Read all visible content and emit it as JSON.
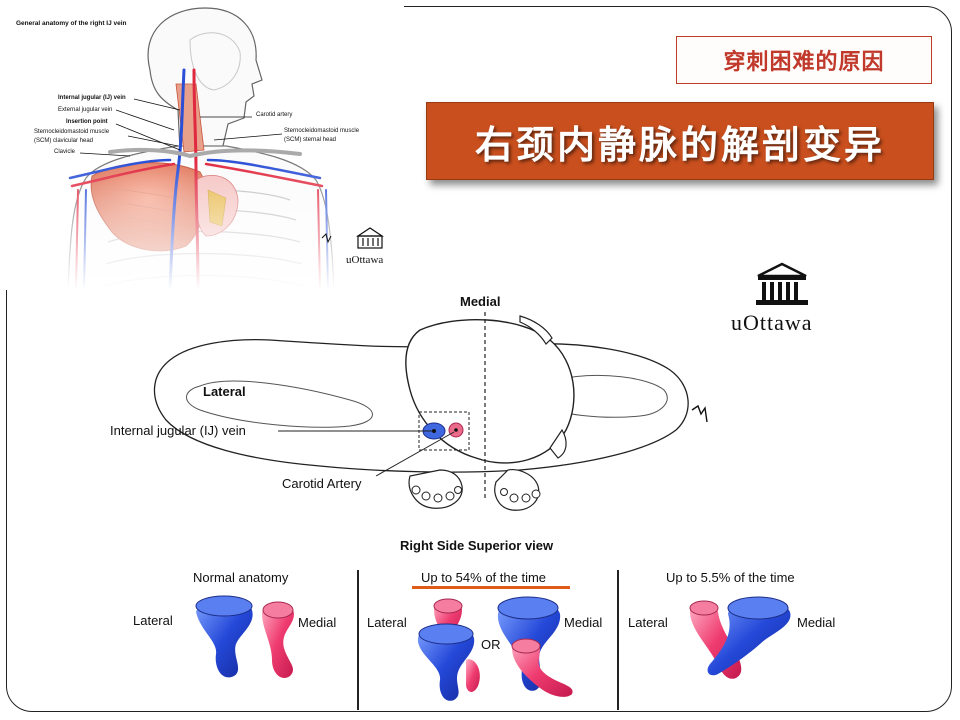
{
  "header": {
    "badge": "穿刺困难的原因",
    "title": "右颈内静脉的解剖变异"
  },
  "upper_figure": {
    "caption": "General anatomy of the right IJ vein",
    "labels": {
      "ij_vein": "Internal jugular (IJ) vein",
      "ext_jugular": "External jugular vein",
      "insertion": "Insertion point",
      "scm_clav_1": "Sternocleidomastoid muscle",
      "scm_clav_2": "(SCM) clavicular head",
      "clavicle": "Clavicle",
      "carotid": "Carotid artery",
      "scm_stern_1": "Sternocleidomastoid muscle",
      "scm_stern_2": "(SCM) sternal head"
    },
    "logo_text": "uOttawa"
  },
  "superior_view": {
    "medial": "Medial",
    "lateral": "Lateral",
    "ij_label": "Internal jugular (IJ) vein",
    "carotid_label": "Carotid Artery",
    "caption": "Right Side Superior view",
    "logo_text": "uOttawa"
  },
  "variants": [
    {
      "title": "Normal anatomy",
      "left": "Lateral",
      "right": "Medial"
    },
    {
      "title": "Up to 54% of the time",
      "left": "Lateral",
      "right": "Medial",
      "or_text": "OR"
    },
    {
      "title": "Up to 5.5% of the time",
      "left": "Lateral",
      "right": "Medial"
    }
  ],
  "colors": {
    "title_bg": "#c94f1e",
    "badge_text": "#c0392b",
    "vein_blue": "#2a4fd6",
    "artery_red": "#e23a6a",
    "underline": "#e05a1a"
  }
}
